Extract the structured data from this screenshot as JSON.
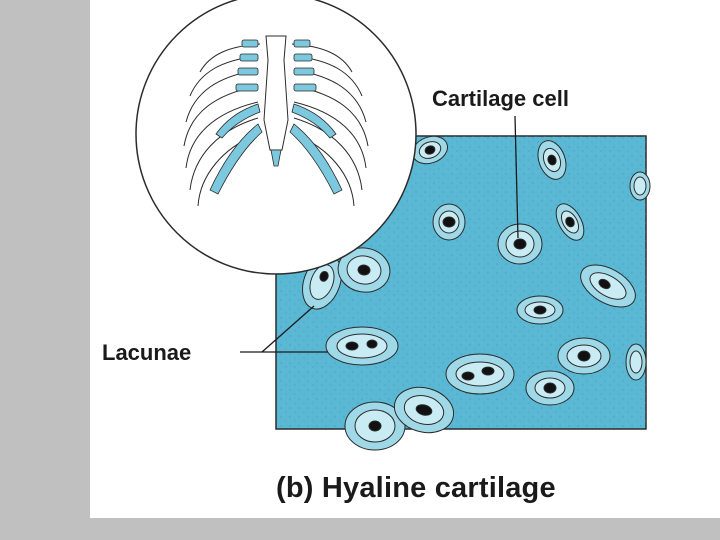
{
  "labels": {
    "cartilage_cell": "Cartilage cell",
    "lacunae": "Lacunae"
  },
  "caption": "(b) Hyaline cartilage",
  "colors": {
    "matrix": "#5ab8d4",
    "lacuna": "#9fd9e8",
    "cell_body": "#c9ecf4",
    "nucleus": "#111111",
    "bone": "#ffffff",
    "cartilage": "#7cc8de",
    "outline": "#2b2b2b",
    "side_bar": "#c0c0c0"
  },
  "icons": {
    "inset": "rib-cage-icon"
  }
}
